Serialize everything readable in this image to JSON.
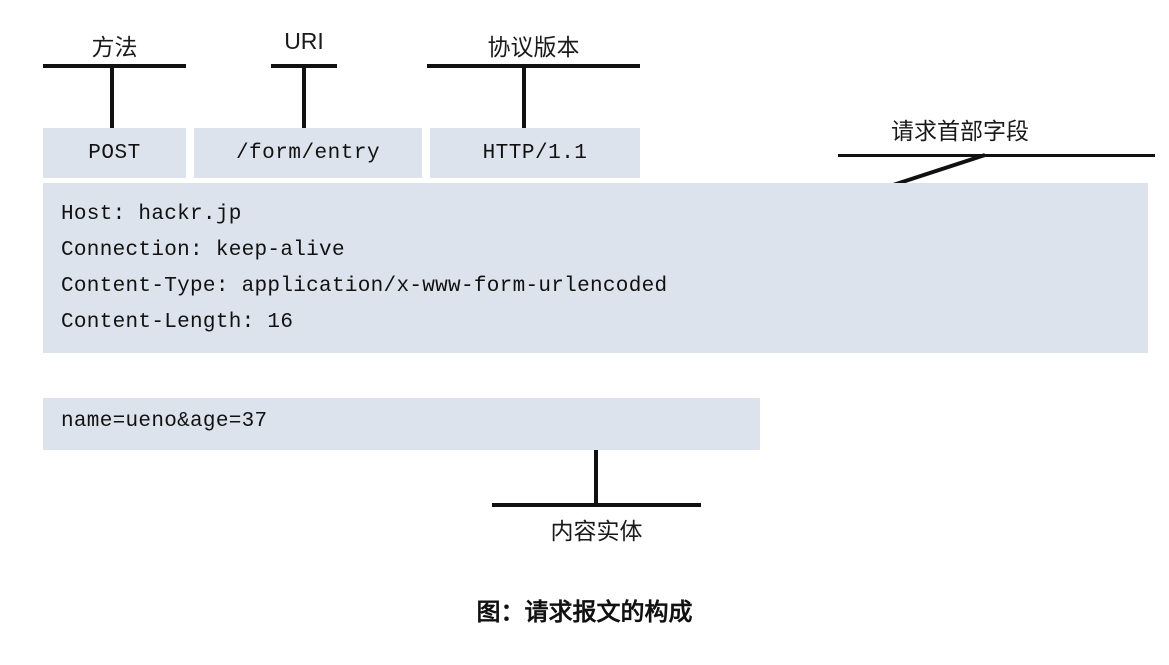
{
  "figure": {
    "caption": "图：请求报文的构成",
    "colors": {
      "block_fill": "#dce3ec",
      "line": "#111111",
      "text": "#1a1a1a",
      "background": "#ffffff"
    }
  },
  "request_line": {
    "tokens": [
      {
        "label": "方法",
        "value": "POST"
      },
      {
        "label": "URI",
        "value": "/form/entry"
      },
      {
        "label": "协议版本",
        "value": "HTTP/1.1"
      }
    ]
  },
  "header_section": {
    "callout_label": "请求首部字段",
    "lines": [
      "Host: hackr.jp",
      "Connection: keep-alive",
      "Content-Type: application/x-www-form-urlencoded",
      "Content-Length: 16"
    ],
    "fields": [
      {
        "name": "Host",
        "value": "hackr.jp"
      },
      {
        "name": "Connection",
        "value": "keep-alive"
      },
      {
        "name": "Content-Type",
        "value": "application/x-www-form-urlencoded"
      },
      {
        "name": "Content-Length",
        "value": "16"
      }
    ]
  },
  "body_section": {
    "callout_label": "内容实体",
    "content": "name=ueno&age=37",
    "parameters": [
      {
        "name": "name",
        "value": "ueno"
      },
      {
        "name": "age",
        "value": "37"
      }
    ]
  }
}
